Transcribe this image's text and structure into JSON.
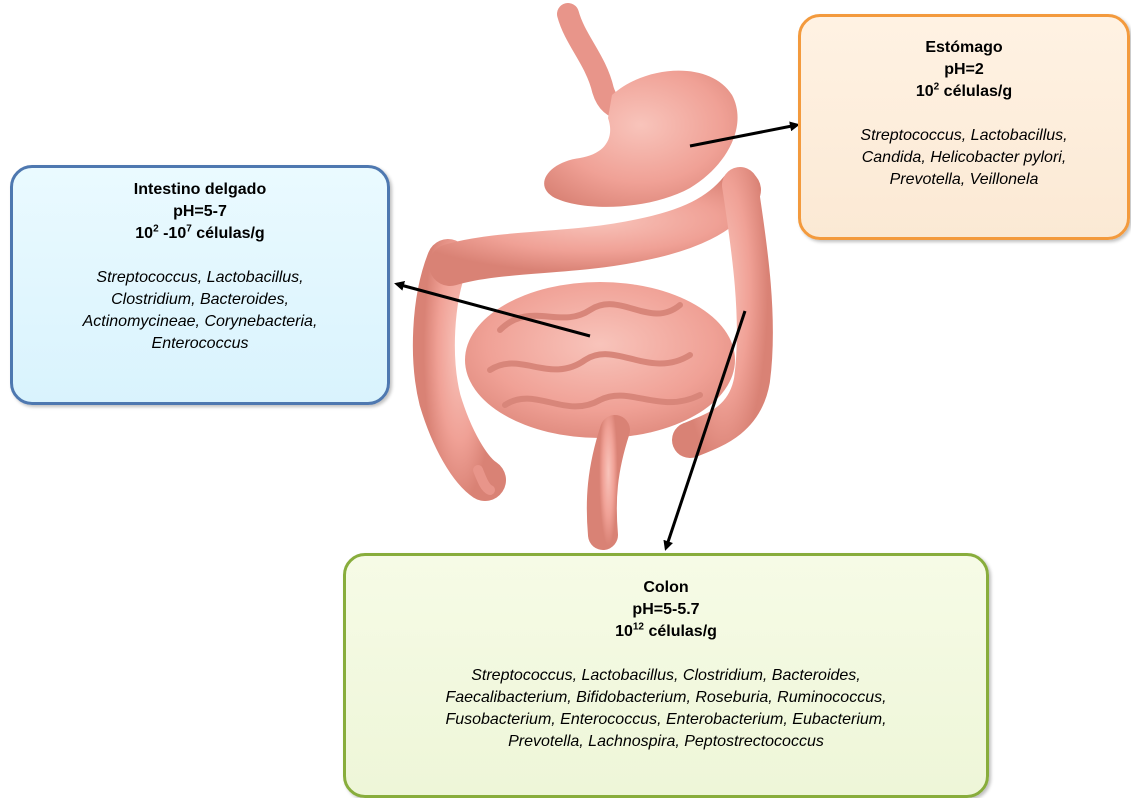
{
  "stomach": {
    "title": "Estómago",
    "ph": "pH=2",
    "cells_base": "10",
    "cells_exp": "2",
    "cells_unit": " células/g",
    "species": [
      "Streptococcus, Lactobacillus,",
      "Candida, Helicobacter pylori,",
      "Prevotella, Veillonela"
    ]
  },
  "small_intestine": {
    "title": "Intestino delgado",
    "ph": "pH=5-7",
    "cells_base1": "10",
    "cells_exp1": "2",
    "cells_mid": " -10",
    "cells_exp2": "7",
    "cells_unit": " células/g",
    "species": [
      "Streptococcus, Lactobacillus,",
      "Clostridium, Bacteroides,",
      "Actinomycineae, Corynebacteria,",
      "Enterococcus"
    ]
  },
  "colon": {
    "title": "Colon",
    "ph": "pH=5-5.7",
    "cells_base": "10",
    "cells_exp": "12",
    "cells_unit": " células/g",
    "species": [
      "Streptococcus, Lactobacillus, Clostridium, Bacteroides,",
      "Faecalibacterium, Bifidobacterium, Roseburia, Ruminococcus,",
      "Fusobacterium, Enterococcus, Enterobacterium, Eubacterium,",
      "Prevotella, Lachnospira, Peptostrectococcus"
    ]
  },
  "colors": {
    "stomach_border": "#f39a3d",
    "intestine_border": "#4e78b0",
    "colon_border": "#88ad3c",
    "organ": "#f0a49a",
    "arrow": "#000000"
  }
}
